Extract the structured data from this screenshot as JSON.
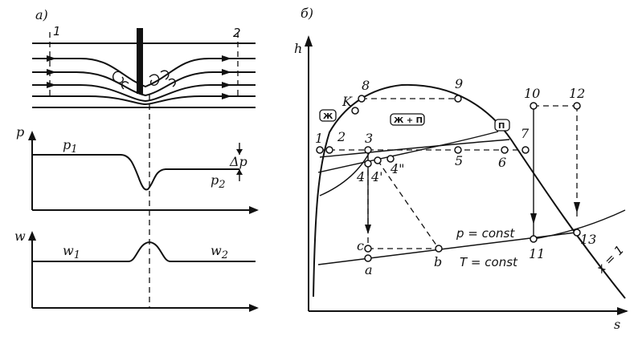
{
  "panel_a": {
    "label": "а)",
    "section_1": "1",
    "section_2": "2",
    "p_axis": "p",
    "p1": "p",
    "p1_sub": "1",
    "p2": "p",
    "p2_sub": "2",
    "dp": "Δp",
    "w_axis": "w",
    "w1": "w",
    "w1_sub": "1",
    "w2": "w",
    "w2_sub": "2"
  },
  "panel_b": {
    "label": "б)",
    "h_axis": "h",
    "s_axis": "s",
    "K": "K",
    "region_liquid": "Ж",
    "region_mix": "Ж + П",
    "region_vapor": "П",
    "pressure_line": "p = const",
    "temperature_line": "T = const",
    "dryness_line": "x = 1",
    "points": [
      "1",
      "2",
      "3",
      "4",
      "4'",
      "4\"",
      "5",
      "6",
      "7",
      "8",
      "9",
      "10",
      "11",
      "12",
      "13",
      "a",
      "b",
      "c"
    ]
  }
}
